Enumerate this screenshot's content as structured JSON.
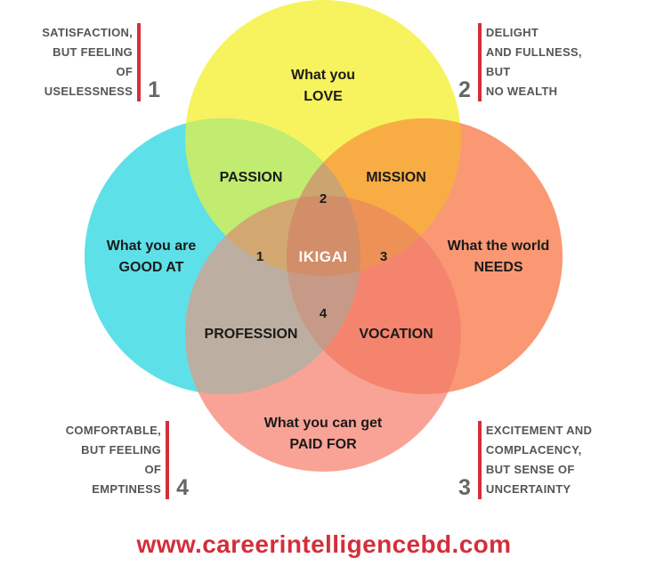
{
  "colors": {
    "love": "#f7f35e",
    "good_at": "#5ee0e8",
    "world_needs": "#fa9873",
    "paid_for": "#f9a396",
    "accent_red": "#d32f3a",
    "label_gray": "#555555"
  },
  "circles": {
    "love": [
      "What you",
      "LOVE"
    ],
    "good_at": [
      "What you are",
      "GOOD AT"
    ],
    "world_needs": [
      "What the world",
      "NEEDS"
    ],
    "paid_for": [
      "What you can get",
      "PAID FOR"
    ]
  },
  "overlaps": {
    "passion": "PASSION",
    "mission": "MISSION",
    "profession": "PROFESSION",
    "vocation": "VOCATION",
    "center": "IKIGAI"
  },
  "numbers": {
    "n1": "1",
    "n2": "2",
    "n3": "3",
    "n4": "4"
  },
  "corners": {
    "c1": {
      "lines": [
        "SATISFACTION,",
        "BUT FEELING",
        "OF",
        "USELESSNESS"
      ],
      "number": "1"
    },
    "c2": {
      "lines": [
        "DELIGHT",
        "AND FULLNESS,",
        "BUT",
        "NO WEALTH"
      ],
      "number": "2"
    },
    "c3": {
      "lines": [
        "EXCITEMENT AND",
        "COMPLACENCY,",
        "BUT SENSE OF",
        "UNCERTAINTY"
      ],
      "number": "3"
    },
    "c4": {
      "lines": [
        "COMFORTABLE,",
        "BUT FEELING",
        "OF",
        "EMPTINESS"
      ],
      "number": "4"
    }
  },
  "website": "www.careerintelligencebd.com"
}
